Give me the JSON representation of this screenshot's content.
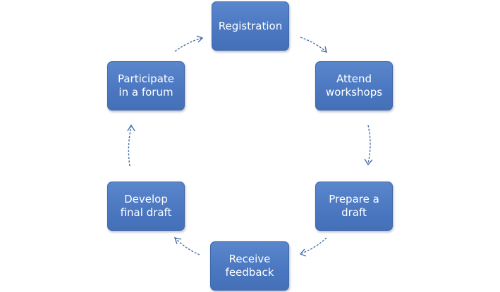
{
  "diagram": {
    "type": "cycle",
    "nodes": [
      {
        "id": "registration",
        "label": "Registration"
      },
      {
        "id": "attend",
        "label": "Attend\nworkshops"
      },
      {
        "id": "prepare",
        "label": "Prepare a\ndraft"
      },
      {
        "id": "receive",
        "label": "Receive\nfeedback"
      },
      {
        "id": "develop",
        "label": "Develop\nfinal draft"
      },
      {
        "id": "participate",
        "label": "Participate\nin a forum"
      }
    ],
    "edges": [
      {
        "from": "registration",
        "to": "attend",
        "style": "dashed-curved"
      },
      {
        "from": "attend",
        "to": "prepare",
        "style": "dashed-curved"
      },
      {
        "from": "prepare",
        "to": "receive",
        "style": "dashed-curved"
      },
      {
        "from": "receive",
        "to": "develop",
        "style": "dashed-curved"
      },
      {
        "from": "develop",
        "to": "participate",
        "style": "dashed-curved"
      },
      {
        "from": "participate",
        "to": "registration",
        "style": "dashed-curved"
      }
    ],
    "colors": {
      "node_fill": "#4a77c0",
      "node_text": "#ffffff",
      "arrow": "#4a6fa8"
    }
  }
}
